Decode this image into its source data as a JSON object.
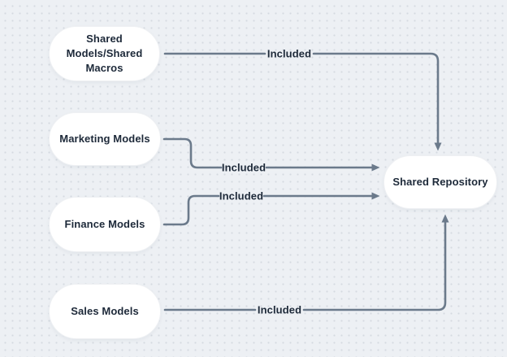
{
  "diagram": {
    "background_color": "#edf0f4",
    "dot_grid_color": "#d5dae1",
    "connector_color": "#6b7a8b",
    "node_fill_color": "#ffffff",
    "text_color": "#1d2939",
    "nodes": [
      {
        "id": "shared-models-macros",
        "label": "Shared\nModels/Shared\nMacros"
      },
      {
        "id": "marketing-models",
        "label": "Marketing Models"
      },
      {
        "id": "finance-models",
        "label": "Finance Models"
      },
      {
        "id": "sales-models",
        "label": "Sales Models"
      },
      {
        "id": "shared-repository",
        "label": "Shared Repository"
      }
    ],
    "connectors": [
      {
        "from": "shared-models-macros",
        "to": "shared-repository",
        "label": "Included"
      },
      {
        "from": "marketing-models",
        "to": "shared-repository",
        "label": "Included"
      },
      {
        "from": "finance-models",
        "to": "shared-repository",
        "label": "Included"
      },
      {
        "from": "sales-models",
        "to": "shared-repository",
        "label": "Included"
      }
    ]
  }
}
